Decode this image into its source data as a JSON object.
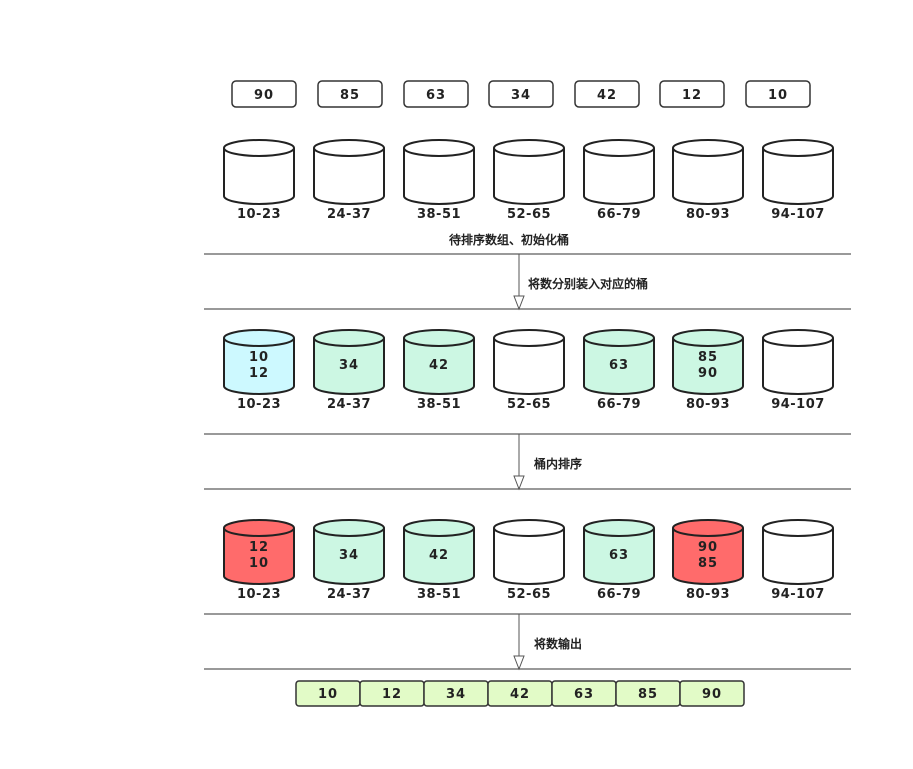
{
  "colors": {
    "empty": "#ffffff",
    "filled": "#ccf7e3",
    "first_bucket": "#cdf9ff",
    "highlight": "#ff6b6b",
    "output": "#e2fbc7",
    "stroke": "#222222"
  },
  "input_array": [
    "90",
    "85",
    "63",
    "34",
    "42",
    "12",
    "10"
  ],
  "bucket_ranges": [
    "10-23",
    "24-37",
    "38-51",
    "52-65",
    "66-79",
    "80-93",
    "94-107"
  ],
  "stages": [
    {
      "caption": "待排序数组、初始化桶",
      "buckets": [
        {
          "values": [],
          "fill": "empty"
        },
        {
          "values": [],
          "fill": "empty"
        },
        {
          "values": [],
          "fill": "empty"
        },
        {
          "values": [],
          "fill": "empty"
        },
        {
          "values": [],
          "fill": "empty"
        },
        {
          "values": [],
          "fill": "empty"
        },
        {
          "values": [],
          "fill": "empty"
        }
      ]
    },
    {
      "caption": "将数分别装入对应的桶",
      "buckets": [
        {
          "values": [
            "10",
            "12"
          ],
          "fill": "first_bucket"
        },
        {
          "values": [
            "34"
          ],
          "fill": "filled"
        },
        {
          "values": [
            "42"
          ],
          "fill": "filled"
        },
        {
          "values": [],
          "fill": "empty"
        },
        {
          "values": [
            "63"
          ],
          "fill": "filled"
        },
        {
          "values": [
            "85",
            "90"
          ],
          "fill": "filled"
        },
        {
          "values": [],
          "fill": "empty"
        }
      ]
    },
    {
      "caption": "桶内排序",
      "buckets": [
        {
          "values": [
            "12",
            "10"
          ],
          "fill": "highlight"
        },
        {
          "values": [
            "34"
          ],
          "fill": "filled"
        },
        {
          "values": [
            "42"
          ],
          "fill": "filled"
        },
        {
          "values": [],
          "fill": "empty"
        },
        {
          "values": [
            "63"
          ],
          "fill": "filled"
        },
        {
          "values": [
            "90",
            "85"
          ],
          "fill": "highlight"
        },
        {
          "values": [],
          "fill": "empty"
        }
      ]
    }
  ],
  "final_caption": "将数输出",
  "output_array": [
    "10",
    "12",
    "34",
    "42",
    "63",
    "85",
    "90"
  ]
}
